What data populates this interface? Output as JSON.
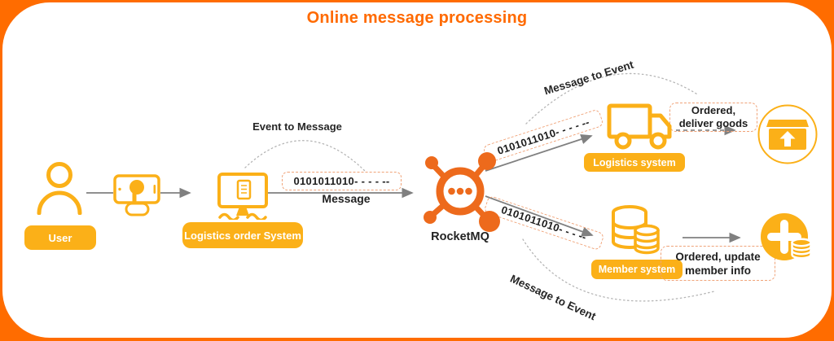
{
  "title": "Online message processing",
  "colors": {
    "frame": "#FF6C00",
    "title": "#FF6A00",
    "accent_amber": "#FBB018",
    "rocketmq_orange": "#ED6A1C",
    "dashed_border": "#F0A378",
    "arrow_gray": "#808080",
    "arc_gray": "#B5B5B5",
    "text_dark": "#1E1E1E"
  },
  "nodes": {
    "user": {
      "label": "User",
      "icon": "user-icon"
    },
    "phone": {
      "icon": "phone-tap-icon"
    },
    "logistics_order": {
      "label": "Logistics order System",
      "icon": "monitor-icon"
    },
    "rocketmq": {
      "label": "RocketMQ",
      "icon": "rocketmq-icon"
    },
    "logistics_system": {
      "label": "Logistics system",
      "icon": "truck-icon"
    },
    "member_system": {
      "label": "Member system",
      "icon": "database-icon"
    },
    "deliver_goods": {
      "icon": "package-icon"
    },
    "update_member": {
      "icon": "add-member-icon"
    }
  },
  "messages": {
    "main": {
      "bits": "0101011010- - - - --",
      "label": "Message"
    },
    "to_logistics": {
      "bits": "0101011010- - - - --"
    },
    "to_member": {
      "bits": "0101011010- - - --"
    }
  },
  "annotations": {
    "event_to_message": "Event to Message",
    "message_to_event_top": "Message to Event",
    "message_to_event_bottom": "Message to Event",
    "ordered_deliver_line1": "Ordered,",
    "ordered_deliver_line2": "deliver goods",
    "ordered_update_line1": "Ordered, update",
    "ordered_update_line2": "member info"
  }
}
